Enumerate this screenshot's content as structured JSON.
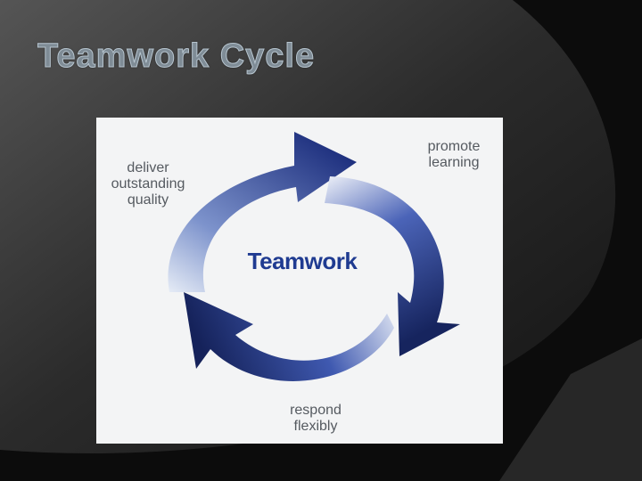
{
  "slide": {
    "title": "Teamwork Cycle"
  },
  "diagram": {
    "center": "Teamwork",
    "labels": {
      "deliver": "deliver\noutstanding\nquality",
      "promote": "promote\nlearning",
      "respond": "respond\nflexibly"
    },
    "colors": {
      "arrow_dark": "#1a2a6c",
      "arrow_mid": "#2f4aa8",
      "arrow_light": "#dfe6f3",
      "center_text": "#1f3b91"
    }
  }
}
